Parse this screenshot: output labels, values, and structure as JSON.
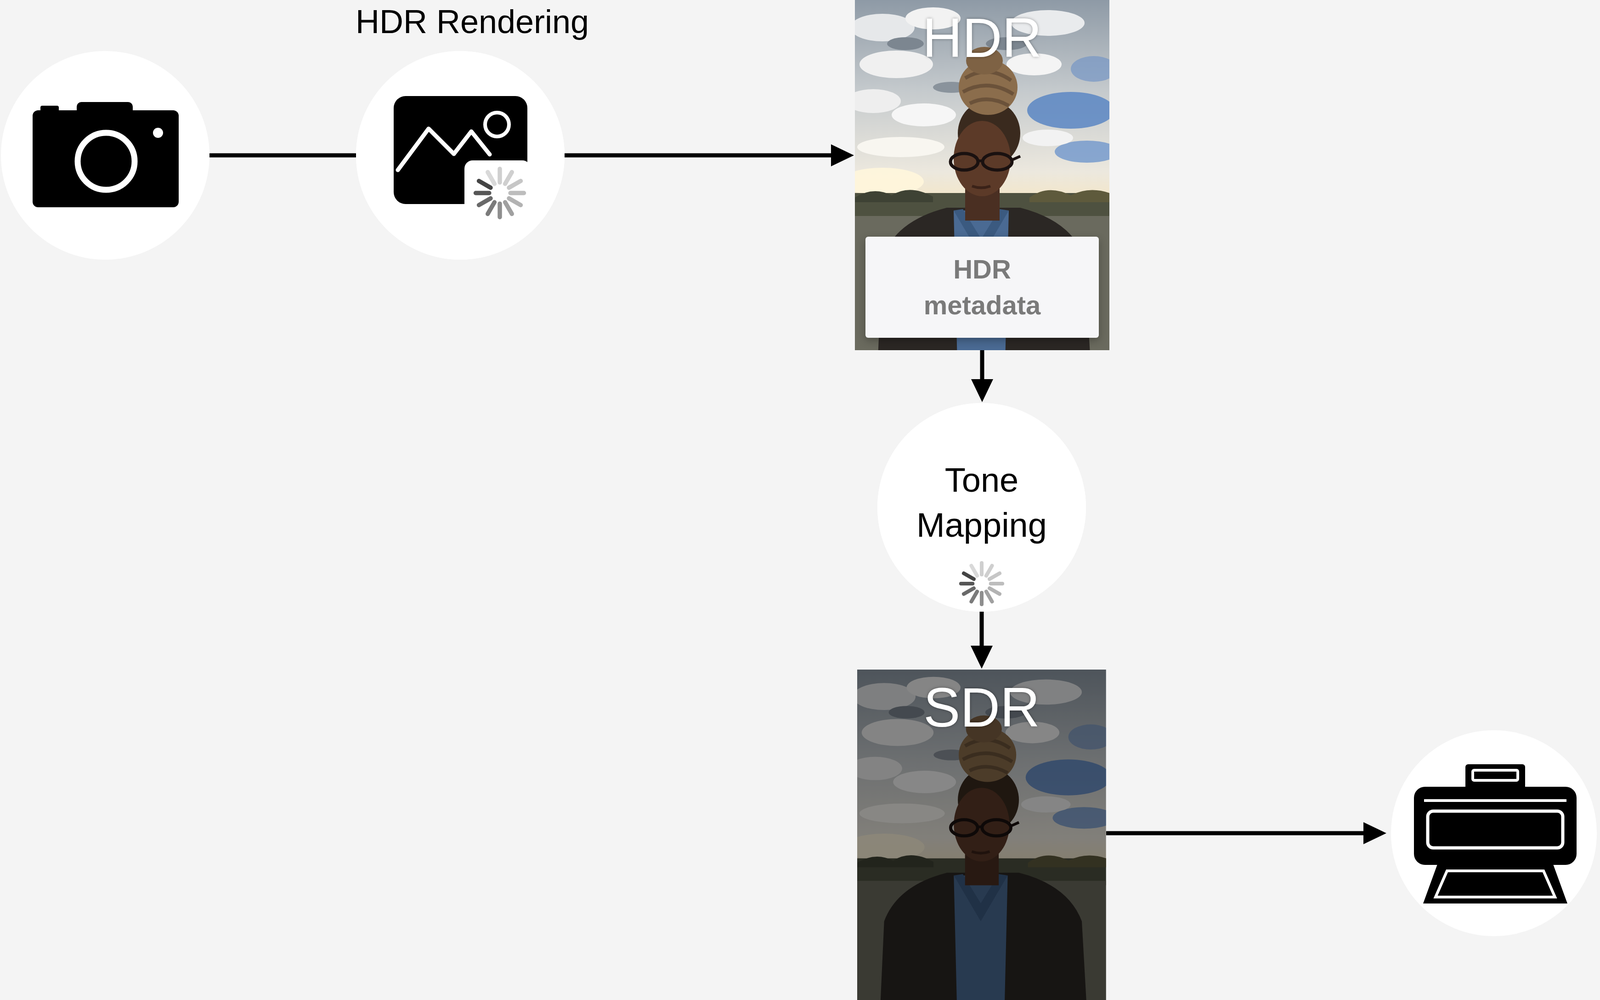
{
  "diagram": {
    "nodes": [
      {
        "text": [
          "HDR Rendering"
        ]
      },
      {
        "text": [
          "HDR"
        ]
      },
      {
        "text": [
          "HDR metadata"
        ],
        "in": 1
      },
      {
        "text": [
          "Tone Mapping"
        ]
      },
      {
        "text": [
          "SDR"
        ]
      }
    ],
    "edges": [
      {
        "from": 0,
        "to": 1,
        "arrow": "to"
      },
      {
        "from": 1,
        "to": 3,
        "arrow": "to"
      },
      {
        "from": 3,
        "to": 4,
        "arrow": "to"
      }
    ]
  }
}
